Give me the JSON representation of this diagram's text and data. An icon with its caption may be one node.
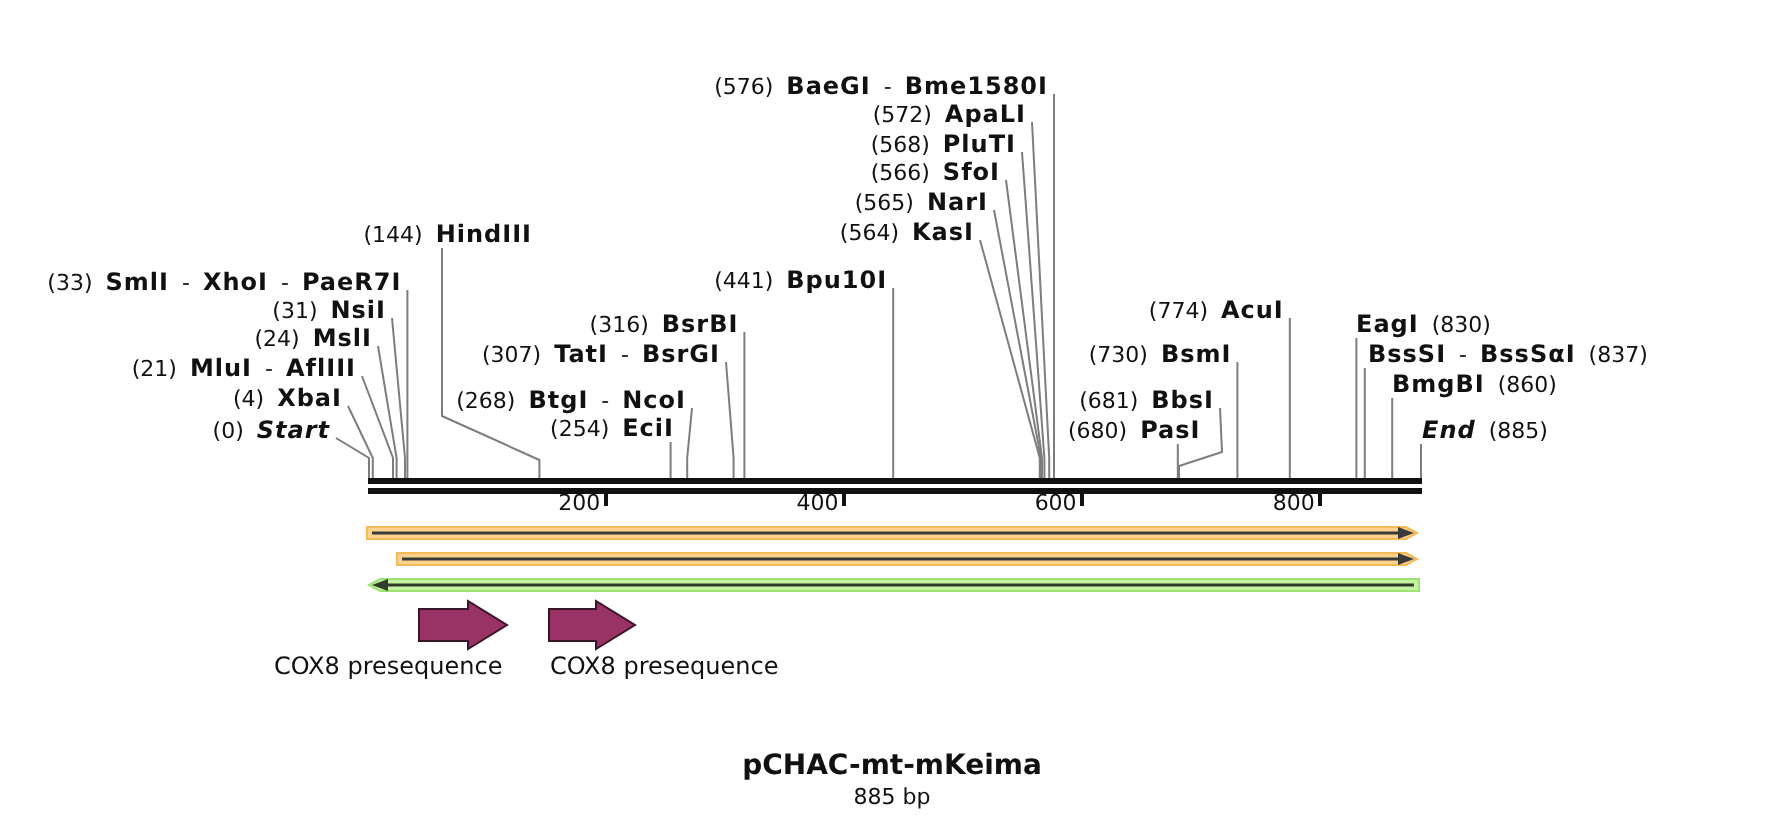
{
  "diagram": {
    "title": "pCHAC-mt-mKeima",
    "caption": "885 bp",
    "nodes": [
      {
        "text": [
          "(576) **BaeGI** - **Bme1580I**"
        ]
      },
      {
        "text": [
          "(572) **ApaLI**"
        ]
      },
      {
        "text": [
          "(568) **PluTI**"
        ]
      },
      {
        "text": [
          "(566) **SfoI**"
        ]
      },
      {
        "text": [
          "(565) **NarI**"
        ]
      },
      {
        "text": [
          "(144) **HindIII**"
        ]
      },
      {
        "text": [
          "(564) **KasI**"
        ]
      },
      {
        "text": [
          "(33) **SmlI** - **XhoI** - **PaeR7I**"
        ]
      },
      {
        "text": [
          "(441) **Bpu10I**"
        ]
      },
      {
        "text": [
          "(31) **NsiI**"
        ]
      },
      {
        "text": [
          "(774) **AcuI**"
        ]
      },
      {
        "text": [
          "(316) **BsrBI**"
        ]
      },
      {
        "text": [
          "**EagI** (830)"
        ]
      },
      {
        "text": [
          "(24) **MslI**"
        ]
      },
      {
        "text": [
          "(307) **TatI** - **BsrGI**"
        ]
      },
      {
        "text": [
          "(730) **BsmI**"
        ]
      },
      {
        "text": [
          "**BssSI** - **BssSαI** (837)"
        ]
      },
      {
        "text": [
          "(21) **MluI** - **AflIII**"
        ]
      },
      {
        "text": [
          "**BmgBI** (860)"
        ]
      },
      {
        "text": [
          "(4) **XbaI**"
        ]
      },
      {
        "text": [
          "(268) **BtgI** - **NcoI**"
        ]
      },
      {
        "text": [
          "(681) **BbsI**"
        ]
      },
      {
        "text": [
          "(0) *Start*"
        ]
      },
      {
        "text": [
          "(254) **EciI**"
        ]
      },
      {
        "text": [
          "(680) **PasI**"
        ]
      },
      {
        "text": [
          "*End* (885)"
        ]
      },
      {
        "text": [],
        "shape": "bar"
      },
      {
        "text": [],
        "shape": "arrow"
      },
      {
        "text": [],
        "shape": "arrow"
      },
      {
        "text": [],
        "shape": "arrow"
      },
      {
        "text": [],
        "shape": "arrow",
        "beside": [
          "COX8 presequence"
        ]
      },
      {
        "text": [],
        "shape": "arrow",
        "beside": [
          "COX8 presequence"
        ]
      }
    ],
    "edges": [
      {
        "from": 0,
        "to": 26,
        "arrow": "none"
      },
      {
        "from": 1,
        "to": 26,
        "arrow": "none"
      },
      {
        "from": 2,
        "to": 26,
        "arrow": "none"
      },
      {
        "from": 3,
        "to": 26,
        "arrow": "none"
      },
      {
        "from": 4,
        "to": 26,
        "arrow": "none"
      },
      {
        "from": 5,
        "to": 26,
        "arrow": "none"
      },
      {
        "from": 6,
        "to": 26,
        "arrow": "none"
      },
      {
        "from": 7,
        "to": 26,
        "arrow": "none"
      },
      {
        "from": 8,
        "to": 26,
        "arrow": "none"
      },
      {
        "from": 9,
        "to": 26,
        "arrow": "none"
      },
      {
        "from": 10,
        "to": 26,
        "arrow": "none"
      },
      {
        "from": 11,
        "to": 26,
        "arrow": "none"
      },
      {
        "from": 12,
        "to": 26,
        "arrow": "none"
      },
      {
        "from": 13,
        "to": 26,
        "arrow": "none"
      },
      {
        "from": 14,
        "to": 26,
        "arrow": "none"
      },
      {
        "from": 15,
        "to": 26,
        "arrow": "none"
      },
      {
        "from": 16,
        "to": 26,
        "arrow": "none"
      },
      {
        "from": 17,
        "to": 26,
        "arrow": "none"
      },
      {
        "from": 18,
        "to": 26,
        "arrow": "none"
      },
      {
        "from": 19,
        "to": 26,
        "arrow": "none"
      },
      {
        "from": 20,
        "to": 26,
        "arrow": "none"
      },
      {
        "from": 21,
        "to": 26,
        "arrow": "none"
      },
      {
        "from": 22,
        "to": 26,
        "arrow": "none"
      },
      {
        "from": 23,
        "to": 26,
        "arrow": "none"
      },
      {
        "from": 24,
        "to": 26,
        "arrow": "none"
      },
      {
        "from": 25,
        "to": 26,
        "arrow": "none"
      }
    ],
    "labels": [
      "200",
      "400",
      "600",
      "800"
    ]
  }
}
